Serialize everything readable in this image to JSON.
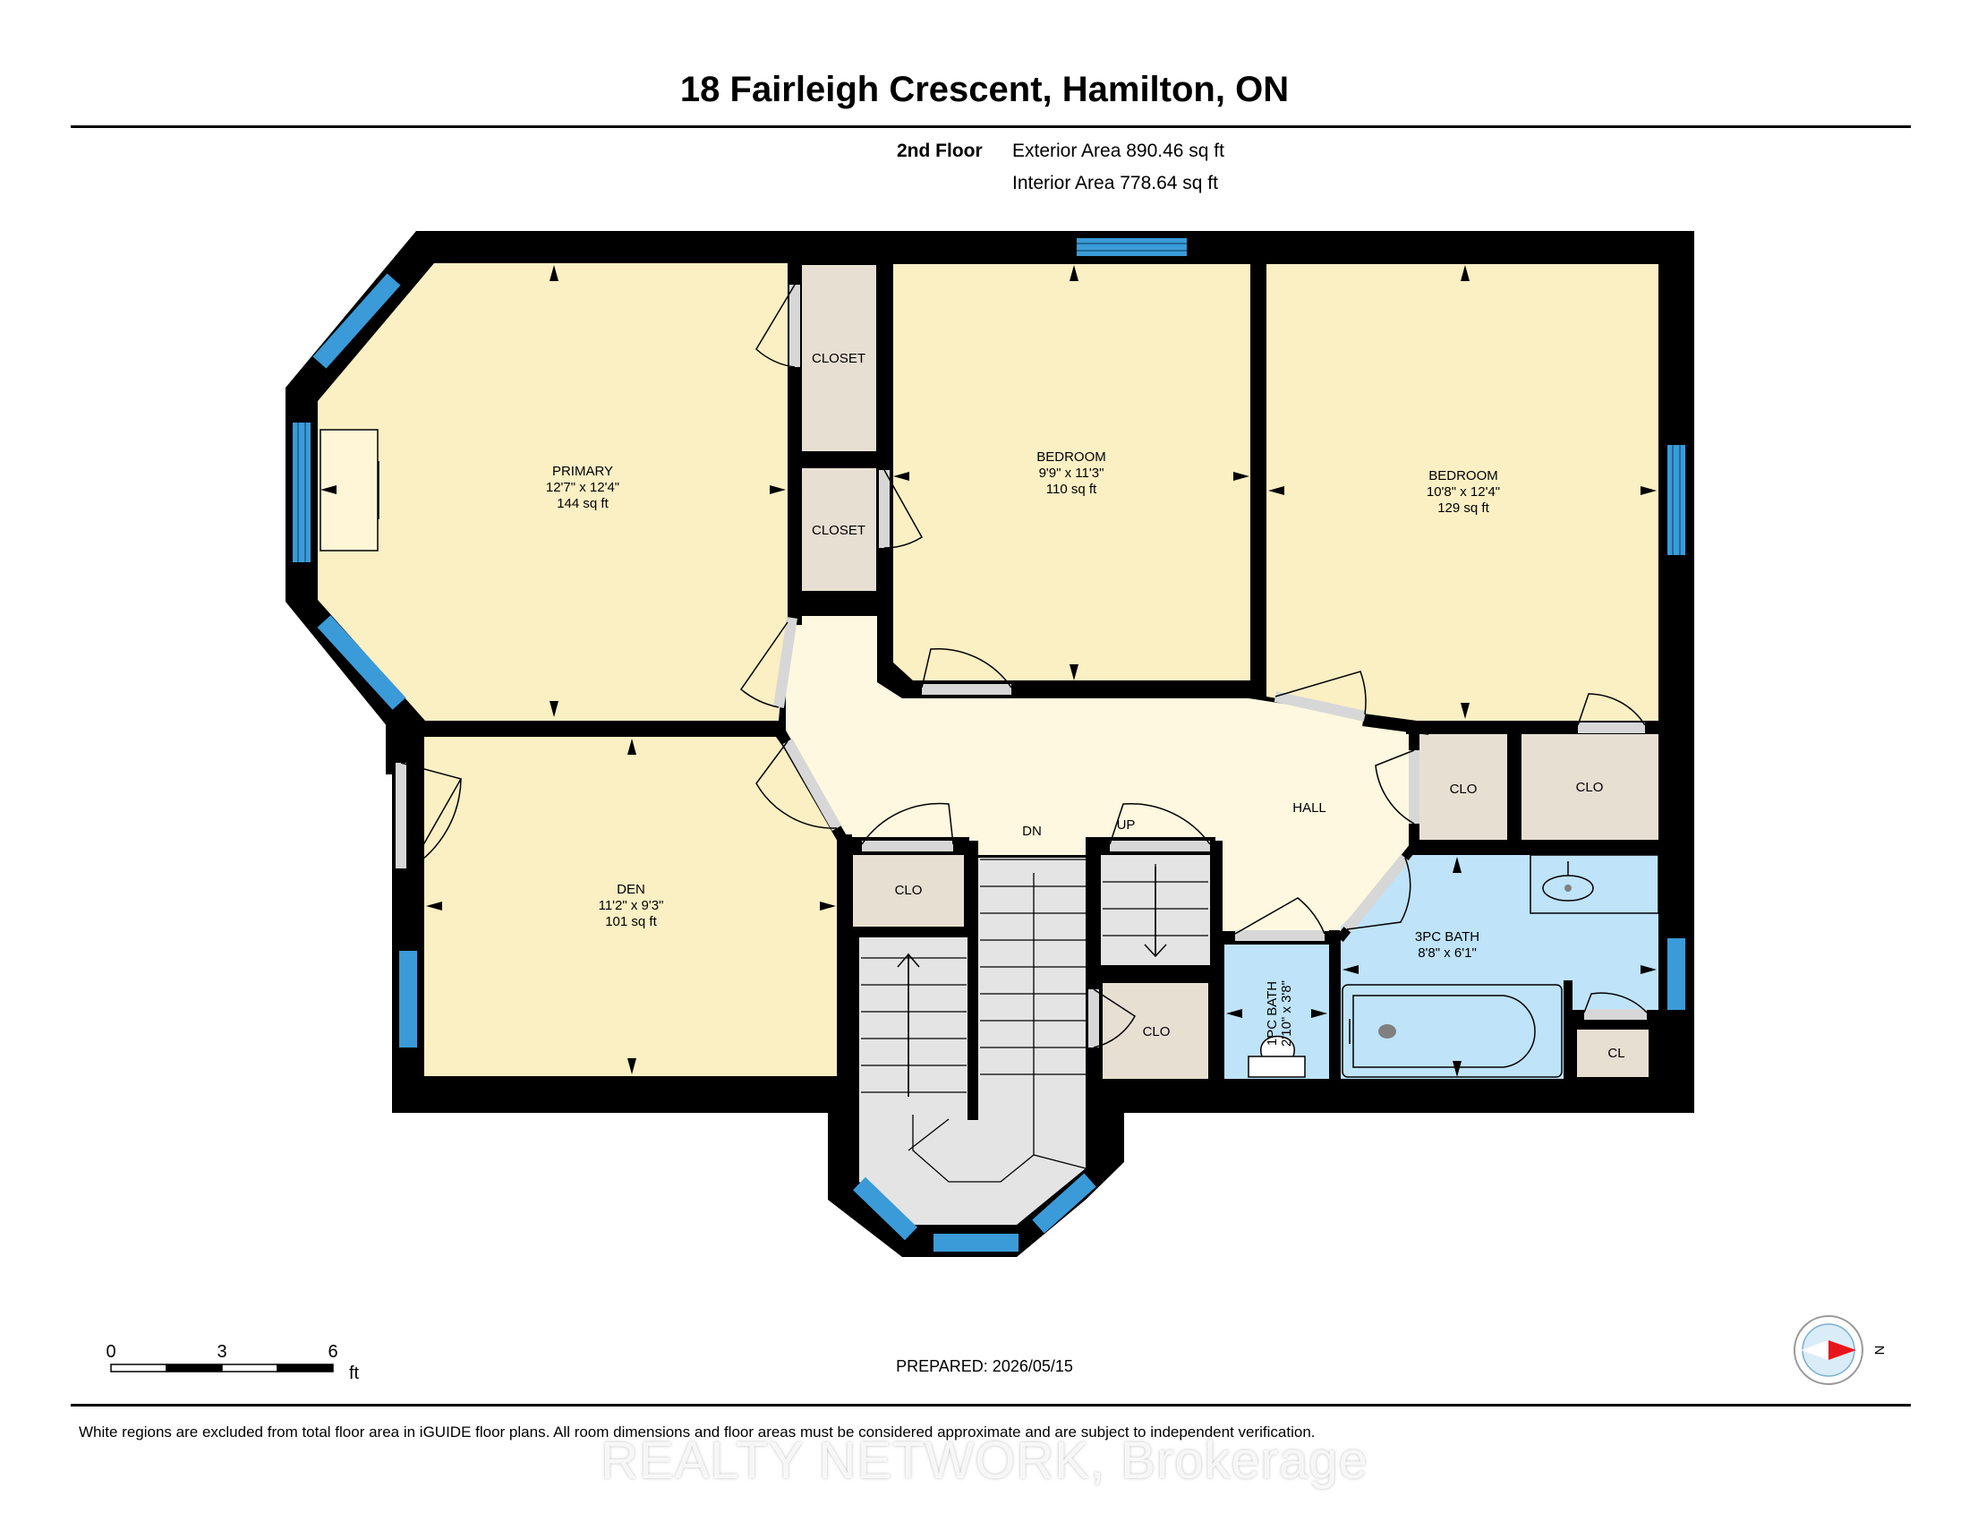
{
  "title": "18 Fairleigh Crescent, Hamilton, ON",
  "floor": {
    "label": "2nd Floor",
    "exterior_area": "Exterior Area 890.46 sq ft",
    "interior_area": "Interior Area 778.64 sq ft"
  },
  "rooms": {
    "primary": {
      "name": "PRIMARY",
      "dims": "12'7\" x 12'4\"",
      "area": "144 sq ft"
    },
    "bedroom1": {
      "name": "BEDROOM",
      "dims": "9'9\" x 11'3\"",
      "area": "110 sq ft"
    },
    "bedroom2": {
      "name": "BEDROOM",
      "dims": "10'8\" x 12'4\"",
      "area": "129 sq ft"
    },
    "den": {
      "name": "DEN",
      "dims": "11'2\" x 9'3\"",
      "area": "101 sq ft"
    },
    "closet_upper": {
      "name": "CLOSET"
    },
    "closet_lower": {
      "name": "CLOSET"
    },
    "hall": {
      "name": "HALL"
    },
    "stairs_down": {
      "name": "DN"
    },
    "stairs_up": {
      "name": "UP"
    },
    "bath3": {
      "name": "3PC BATH",
      "dims": "8'8\" x 6'1\""
    },
    "bath1": {
      "name": "1PC BATH",
      "dims": "2'10\" x 3'8\""
    },
    "clo_hall_1": {
      "name": "CLO"
    },
    "clo_hall_2": {
      "name": "CLO"
    },
    "clo_stairs": {
      "name": "CLO"
    },
    "clo_mid": {
      "name": "CLO"
    },
    "cl_bath": {
      "name": "CL"
    }
  },
  "scale": {
    "ticks": [
      "0",
      "3",
      "6"
    ],
    "unit": "ft"
  },
  "compass": {
    "label": "N"
  },
  "prepared": "PREPARED: 2026/05/15",
  "disclaimer": "White regions are excluded from total floor area in iGUIDE floor plans. All room dimensions and floor areas must be considered approximate and are subject to independent verification.",
  "watermark": "REALTY NETWORK, Brokerage",
  "colors": {
    "bedroom_fill": "#fbefc4",
    "hall_fill": "#fdf8df",
    "closet_fill": "#e8dfd3",
    "bath_fill": "#bfe3f8",
    "stair_fill": "#e4e4e4",
    "window": "#3a9bd8",
    "wall": "#000000",
    "compass_arrow": "#e8141c"
  }
}
